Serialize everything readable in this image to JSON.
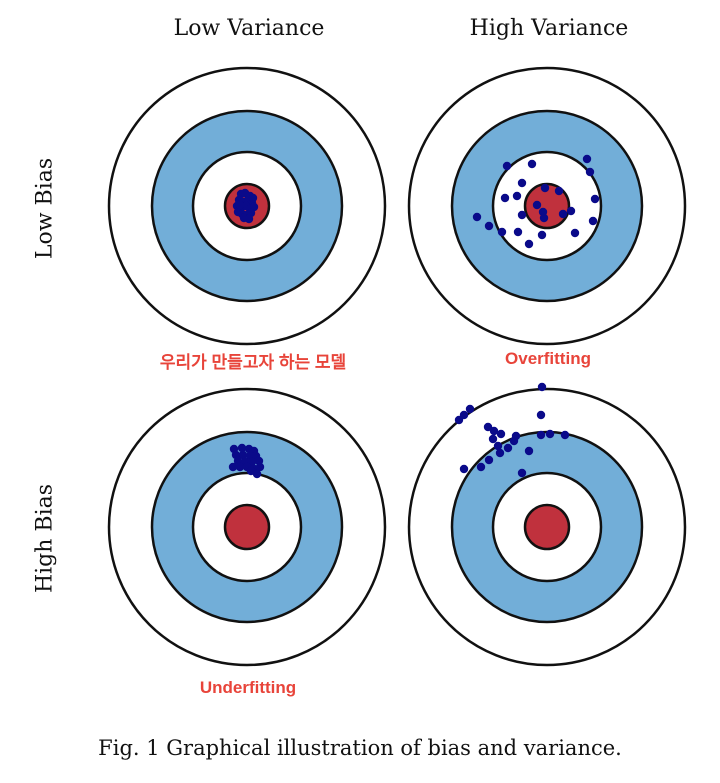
{
  "columns": {
    "low_variance": "Low Variance",
    "high_variance": "High Variance"
  },
  "rows": {
    "low_bias": "Low Bias",
    "high_bias": "High Bias"
  },
  "labels": {
    "low_bias_low_variance": "우리가 만들고자 하는 모델",
    "low_bias_high_variance": "Overfitting",
    "high_bias_low_variance": "Underfitting"
  },
  "caption": "Fig. 1 Graphical illustration of bias and variance.",
  "colors": {
    "outer_ring": "#ffffff",
    "middle_ring": "#72aed8",
    "inner_ring": "#ffffff",
    "bullseye": "#c0313d",
    "points": "#0a0a8a",
    "label_red": "#e8443a"
  },
  "targets": [
    {
      "name": "target-low-bias-low-variance",
      "hits": [
        [
          -6,
          -12
        ],
        [
          -2,
          -13
        ],
        [
          3,
          -10
        ],
        [
          -8,
          -6
        ],
        [
          -4,
          -4
        ],
        [
          1,
          -6
        ],
        [
          5,
          -3
        ],
        [
          -10,
          0
        ],
        [
          -6,
          2
        ],
        [
          -1,
          0
        ],
        [
          3,
          3
        ],
        [
          7,
          1
        ],
        [
          -9,
          6
        ],
        [
          -5,
          8
        ],
        [
          0,
          9
        ],
        [
          4,
          7
        ],
        [
          -3,
          12
        ],
        [
          2,
          13
        ],
        [
          -7,
          -1
        ],
        [
          6,
          -8
        ]
      ]
    },
    {
      "name": "target-low-bias-high-variance",
      "hits": [
        [
          -40,
          -40
        ],
        [
          -15,
          -42
        ],
        [
          40,
          -47
        ],
        [
          43,
          -34
        ],
        [
          -25,
          -23
        ],
        [
          -2,
          -18
        ],
        [
          12,
          -15
        ],
        [
          -30,
          -10
        ],
        [
          -42,
          -8
        ],
        [
          48,
          -7
        ],
        [
          -10,
          -1
        ],
        [
          -4,
          6
        ],
        [
          24,
          5
        ],
        [
          -25,
          9
        ],
        [
          -3,
          12
        ],
        [
          16,
          8
        ],
        [
          -70,
          11
        ],
        [
          46,
          15
        ],
        [
          -58,
          20
        ],
        [
          -29,
          26
        ],
        [
          -45,
          26
        ],
        [
          -5,
          29
        ],
        [
          28,
          27
        ],
        [
          -18,
          38
        ]
      ]
    },
    {
      "name": "target-high-bias-low-variance",
      "hits": [
        [
          -13,
          -78
        ],
        [
          -5,
          -79
        ],
        [
          2,
          -78
        ],
        [
          7,
          -76
        ],
        [
          -11,
          -72
        ],
        [
          -4,
          -72
        ],
        [
          3,
          -71
        ],
        [
          9,
          -71
        ],
        [
          -9,
          -66
        ],
        [
          -2,
          -65
        ],
        [
          5,
          -65
        ],
        [
          12,
          -66
        ],
        [
          -7,
          -60
        ],
        [
          0,
          -60
        ],
        [
          7,
          -58
        ],
        [
          13,
          -60
        ],
        [
          -14,
          -60
        ],
        [
          4,
          -56
        ],
        [
          10,
          -53
        ]
      ]
    },
    {
      "name": "target-high-bias-high-variance",
      "hits": [
        [
          -5,
          -140
        ],
        [
          -77,
          -118
        ],
        [
          -83,
          -112
        ],
        [
          -88,
          -107
        ],
        [
          -6,
          -112
        ],
        [
          -59,
          -100
        ],
        [
          -53,
          -96
        ],
        [
          -46,
          -93
        ],
        [
          -31,
          -91
        ],
        [
          -6,
          -92
        ],
        [
          3,
          -93
        ],
        [
          18,
          -92
        ],
        [
          -54,
          -88
        ],
        [
          -33,
          -86
        ],
        [
          -49,
          -81
        ],
        [
          -39,
          -79
        ],
        [
          -47,
          -74
        ],
        [
          -18,
          -76
        ],
        [
          -58,
          -67
        ],
        [
          -83,
          -58
        ],
        [
          -66,
          -60
        ],
        [
          -25,
          -54
        ]
      ]
    }
  ]
}
